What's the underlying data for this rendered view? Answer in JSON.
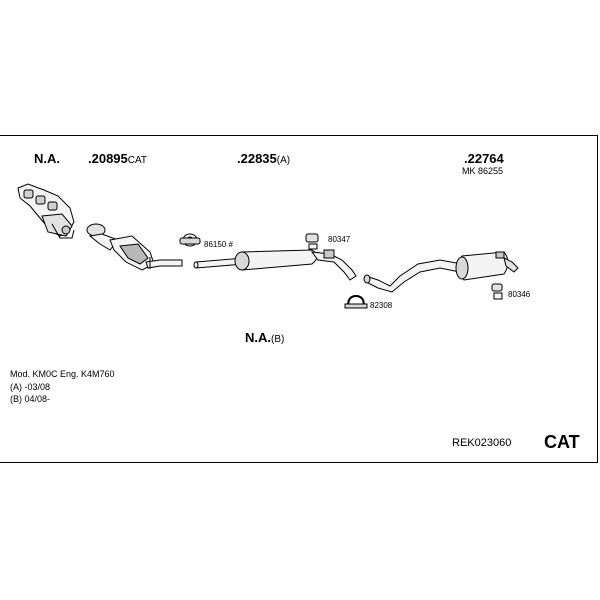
{
  "labels": {
    "na_left": "N.A.",
    "part_20895": ".20895",
    "part_20895_suffix": "CAT",
    "part_22835": ".22835",
    "part_22835_suffix": "(A)",
    "part_22764": ".22764",
    "part_86255": "MK 86255",
    "part_86150": "86150 #",
    "part_80347": "80347",
    "part_82308": "82308",
    "part_80346": "80346",
    "na_b": "N.A.",
    "na_b_suffix": "(B)"
  },
  "info": {
    "model_line": "Mod. KM0C   Eng. K4M760",
    "variant_a": "(A) -03/08",
    "variant_b": "(B) 04/08-"
  },
  "footer": {
    "reference": "REK023060",
    "category": "CAT"
  },
  "colors": {
    "line": "#000000",
    "part_fill": "#f4f4f4",
    "part_shade": "#b8b8b8"
  }
}
